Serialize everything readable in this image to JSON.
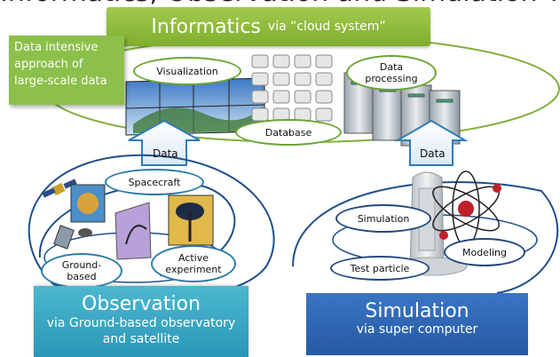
{
  "header": {
    "cut_title": "Informatics, Observation and Simulation Technology"
  },
  "informatics": {
    "title": "Informatics",
    "subtitle": "via “cloud system”"
  },
  "note": {
    "text": "Data intensive approach of large-scale data"
  },
  "informatics_labels": {
    "visualization": "Visualization",
    "database": "Database",
    "data_processing": "Data processing"
  },
  "arrows": {
    "left": "Data",
    "right": "Data"
  },
  "observation": {
    "spacecraft": "Spacecraft",
    "ground_based": "Ground-based",
    "active_experiment": "Active experiment",
    "title": "Observation",
    "subtitle": "via Ground-based observatory and satellite"
  },
  "simulation": {
    "simulation_label": "Simulation",
    "modeling": "Modeling",
    "test_particle": "Test particle",
    "title": "Simulation",
    "subtitle": "via super computer"
  },
  "colors": {
    "green": "#8cc04a",
    "teal": "#3aa8c6",
    "blue": "#2f68b5",
    "ellipse": "#1f4f8a"
  }
}
